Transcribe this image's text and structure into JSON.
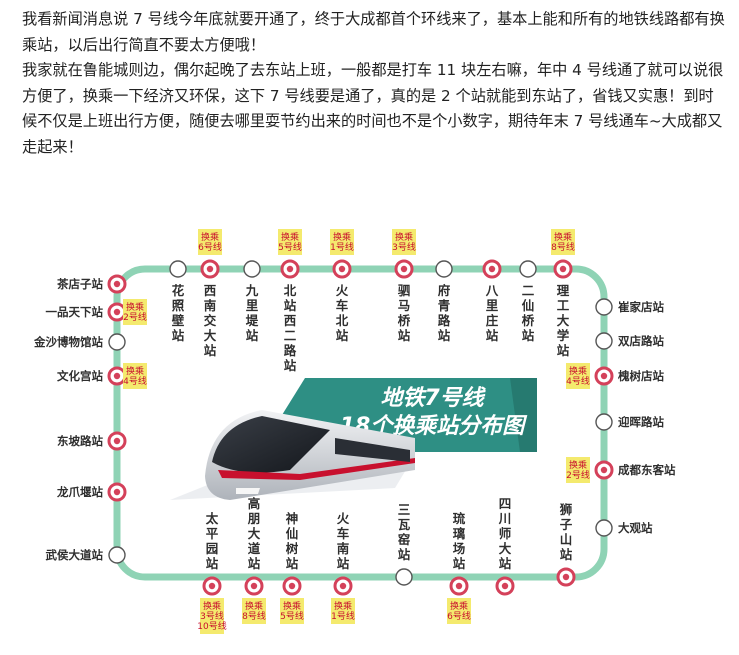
{
  "text": {
    "para1": "我看新闻消息说 7 号线今年底就要开通了，终于大成都首个环线来了，基本上能和所有的地铁线路都有换乘站，以后出行简直不要太方便哦！",
    "para2": "我家就在鲁能城则边，偶尔起晚了去东站上班，一般都是打车 11 块左右嘛，年中 4 号线通了就可以说很方便了，换乘一下经济又环保，这下 7 号线要是通了，真的是 2 个站就能到东站了，省钱又实惠！到时候不仅是上班出行方便，随便去哪里耍节约出来的时间也不是个小数字，期待年末 7 号线通车~大成都又走起来！"
  },
  "map": {
    "title_line1": "地铁7号线",
    "title_line2": "18个换乘站分布图",
    "colors": {
      "loop": "#8fd3b5",
      "banner": "#2e8f84",
      "transfer_fill": "#ffffff",
      "transfer_ring": "#d4415a",
      "transfer_tag": "#f4ea6e",
      "transfer_text": "#c8102e"
    },
    "stations": [
      {
        "name": "花照壁站",
        "transfer": false
      },
      {
        "name": "西南交大站",
        "transfer": true,
        "lines": [
          "换乘",
          "6号线"
        ]
      },
      {
        "name": "九里堤站",
        "transfer": false
      },
      {
        "name": "北站西二路站",
        "transfer": true,
        "lines": [
          "换乘",
          "5号线"
        ]
      },
      {
        "name": "火车北站",
        "transfer": true,
        "lines": [
          "换乘",
          "1号线"
        ]
      },
      {
        "name": "驷马桥站",
        "transfer": true,
        "lines": [
          "换乘",
          "3号线"
        ]
      },
      {
        "name": "府青路站",
        "transfer": false
      },
      {
        "name": "八里庄站",
        "transfer": true,
        "lines": []
      },
      {
        "name": "二仙桥站",
        "transfer": false
      },
      {
        "name": "理工大学站",
        "transfer": true,
        "lines": [
          "换乘",
          "8号线"
        ]
      },
      {
        "name": "崔家店站",
        "transfer": false
      },
      {
        "name": "双店路站",
        "transfer": false
      },
      {
        "name": "槐树店站",
        "transfer": true,
        "lines": [
          "换乘",
          "4号线"
        ]
      },
      {
        "name": "迎晖路站",
        "transfer": false
      },
      {
        "name": "成都东客站",
        "transfer": true,
        "lines": [
          "换乘",
          "2号线"
        ]
      },
      {
        "name": "大观站",
        "transfer": false
      },
      {
        "name": "狮子山站",
        "transfer": true,
        "lines": []
      },
      {
        "name": "四川师大站",
        "transfer": true,
        "lines": []
      },
      {
        "name": "琉璃场站",
        "transfer": true,
        "lines": [
          "换乘",
          "6号线"
        ]
      },
      {
        "name": "三瓦窑站",
        "transfer": false
      },
      {
        "name": "火车南站",
        "transfer": true,
        "lines": [
          "换乘",
          "1号线"
        ]
      },
      {
        "name": "神仙树站",
        "transfer": true,
        "lines": [
          "换乘",
          "5号线"
        ]
      },
      {
        "name": "高朋大道站",
        "transfer": true,
        "lines": [
          "换乘",
          "8号线"
        ]
      },
      {
        "name": "太平园站",
        "transfer": true,
        "lines": [
          "换乘",
          "3号线",
          "10号线"
        ]
      },
      {
        "name": "武侯大道站",
        "transfer": false
      },
      {
        "name": "龙爪堰站",
        "transfer": true,
        "lines": []
      },
      {
        "name": "东坡路站",
        "transfer": true,
        "lines": []
      },
      {
        "name": "文化宫站",
        "transfer": true,
        "lines": [
          "换乘",
          "4号线"
        ]
      },
      {
        "name": "金沙博物馆站",
        "transfer": false
      },
      {
        "name": "一品天下站",
        "transfer": true,
        "lines": [
          "换乘",
          "2号线"
        ]
      },
      {
        "name": "茶店子站",
        "transfer": true,
        "lines": []
      }
    ]
  }
}
